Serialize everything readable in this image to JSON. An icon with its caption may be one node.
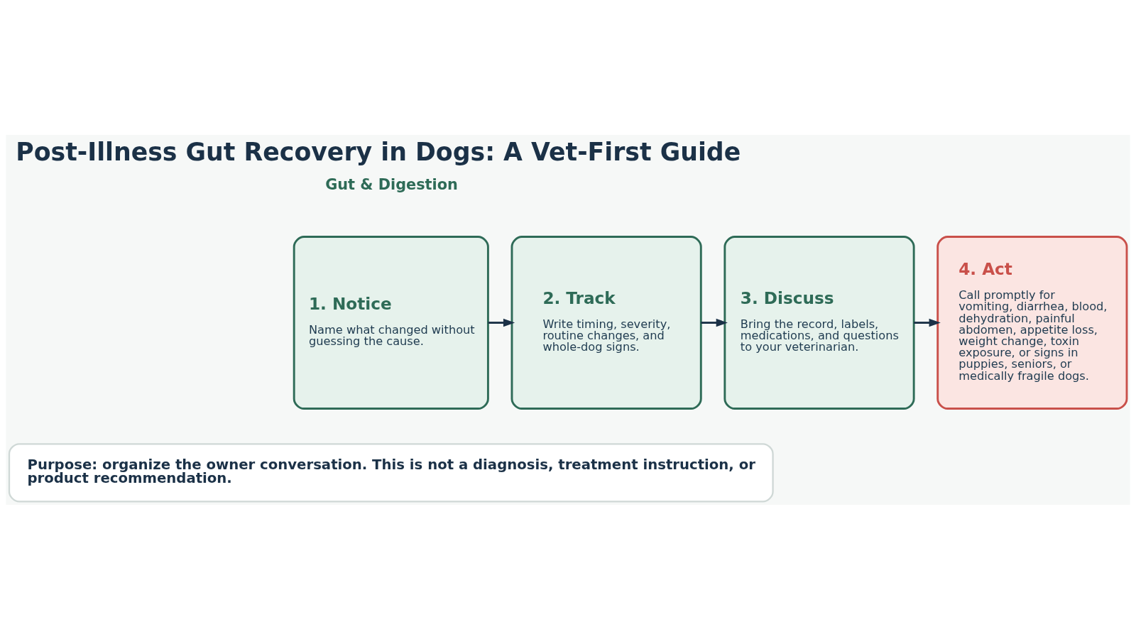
{
  "diagram": {
    "title": "Post-Illness Gut Recovery in Dogs: A Vet-First Guide",
    "nodes": [
      {
        "text": [
          "1. Notice",
          "Name what changed without guessing the cause."
        ]
      },
      {
        "text": [
          "2. Track",
          "Write timing, severity, routine changes, and whole-dog signs."
        ]
      },
      {
        "text": [
          "3. Discuss",
          "Bring the record, labels, medications, and questions to your veterinarian."
        ]
      },
      {
        "text": [
          "4. Act",
          "Call promptly for vomiting, diarrhea, blood, dehydration, painful abdomen, appetite loss, weight change, toxin exposure, or signs in puppies, seniors, or medically fragile dogs."
        ]
      },
      {
        "text": [
          "Purpose: organize the owner conversation. This is not a diagnosis, treatment instruction, or product recommendation."
        ]
      }
    ],
    "edges": [
      {
        "from": 0,
        "to": 1,
        "arrow": "to"
      },
      {
        "from": 1,
        "to": 2,
        "arrow": "to"
      },
      {
        "from": 2,
        "to": 3,
        "arrow": "to"
      }
    ],
    "labels": [
      "Gut & Digestion"
    ]
  }
}
